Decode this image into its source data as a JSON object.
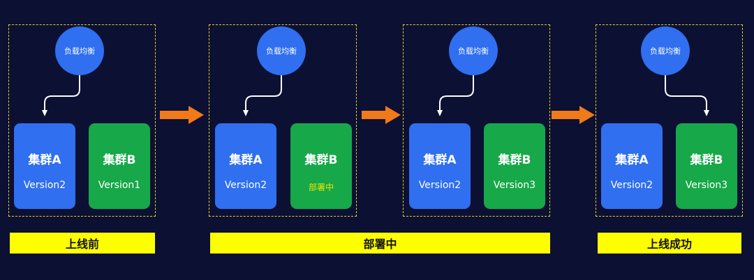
{
  "stages": [
    {
      "load_balancer": "负载均衡",
      "cluster_a": {
        "name": "集群A",
        "version": "Version2"
      },
      "cluster_b": {
        "name": "集群B",
        "version": "Version1"
      },
      "route_to": "a"
    },
    {
      "load_balancer": "负载均衡",
      "cluster_a": {
        "name": "集群A",
        "version": "Version2"
      },
      "cluster_b": {
        "name": "集群B",
        "version": "部署中"
      },
      "route_to": "a"
    },
    {
      "load_balancer": "负载均衡",
      "cluster_a": {
        "name": "集群A",
        "version": "Version2"
      },
      "cluster_b": {
        "name": "集群B",
        "version": "Version3"
      },
      "route_to": "a"
    },
    {
      "load_balancer": "负载均衡",
      "cluster_a": {
        "name": "集群A",
        "version": "Version2"
      },
      "cluster_b": {
        "name": "集群B",
        "version": "Version3"
      },
      "route_to": "b"
    }
  ],
  "stage_labels": {
    "before": "上线前",
    "deploying": "部署中",
    "success": "上线成功"
  },
  "colors": {
    "background": "#0c1033",
    "dashed_border": "#e6d21e",
    "cluster_a": "#2f6ff0",
    "cluster_b": "#16a849",
    "load_balancer": "#2f6ff0",
    "stage_bar": "#ffff00",
    "transition_arrow": "#f07a1a",
    "deploying_text": "#f2e400"
  }
}
